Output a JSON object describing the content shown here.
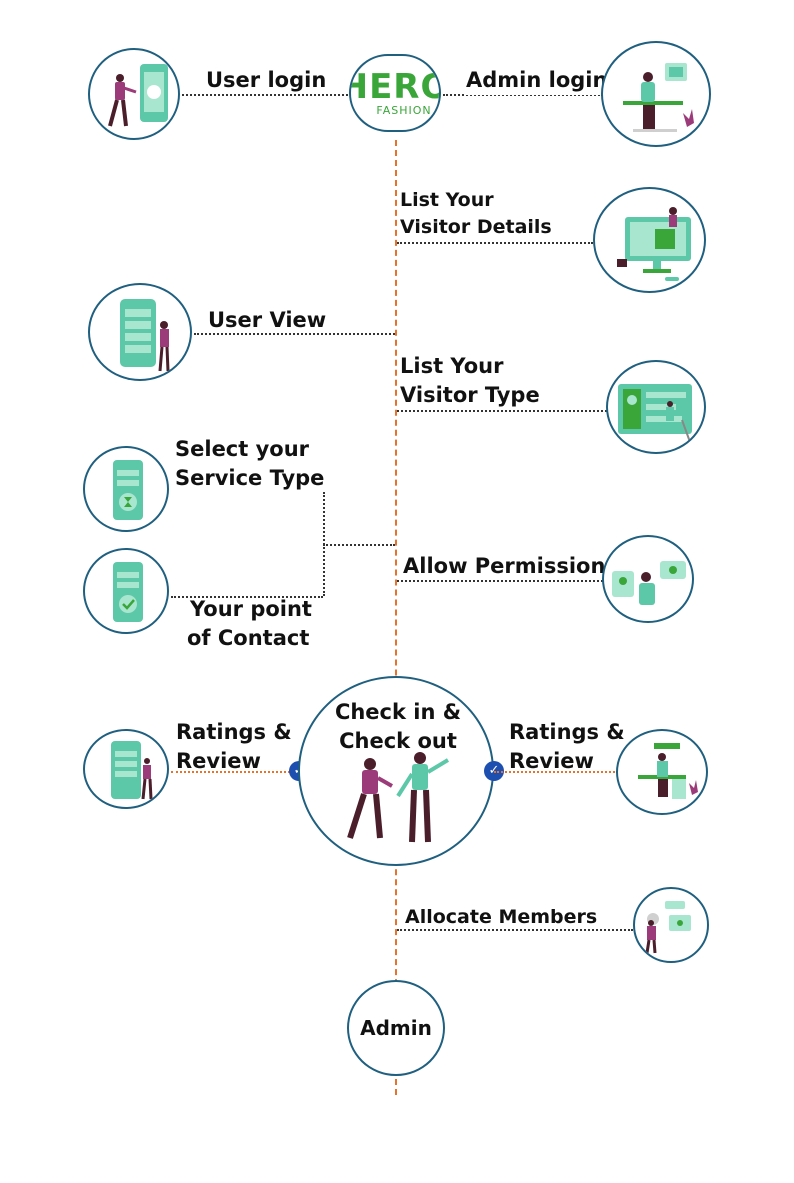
{
  "logo": {
    "main": "HERO",
    "sub": "FASHION"
  },
  "labels": {
    "user_login": "User login",
    "admin_login": "Admin login",
    "list_visitor_details_1": "List Your",
    "list_visitor_details_2": "Visitor Details",
    "user_view": "User View",
    "list_visitor_type_1": "List Your",
    "list_visitor_type_2": "Visitor Type",
    "select_service_1": "Select your",
    "select_service_2": "Service Type",
    "allow_permission": "Allow Permission",
    "point_contact_1": "Your point",
    "point_contact_2": "of Contact",
    "check_in_1": "Check in &",
    "check_in_2": "Check out",
    "ratings_left_1": "Ratings &",
    "ratings_left_2": "Review",
    "ratings_right_1": "Ratings &",
    "ratings_right_2": "Review",
    "allocate_members": "Allocate Members",
    "admin": "Admin"
  },
  "colors": {
    "brand_green": "#3aa63a",
    "circle_border": "#1f5f7f",
    "spine": "#e8712b",
    "check_badge": "#1d4fb0",
    "figure_teal": "#5cc8a8",
    "figure_magenta": "#9c3b7a"
  },
  "icons": [
    "phone-login-icon",
    "admin-desk-icon",
    "monitor-icon",
    "phone-list-icon",
    "board-icon",
    "phone-hourglass-icon",
    "phone-check-icon",
    "chat-icon",
    "phone-rating-icon",
    "desk-rating-icon",
    "members-icon",
    "check-badge-icon"
  ]
}
